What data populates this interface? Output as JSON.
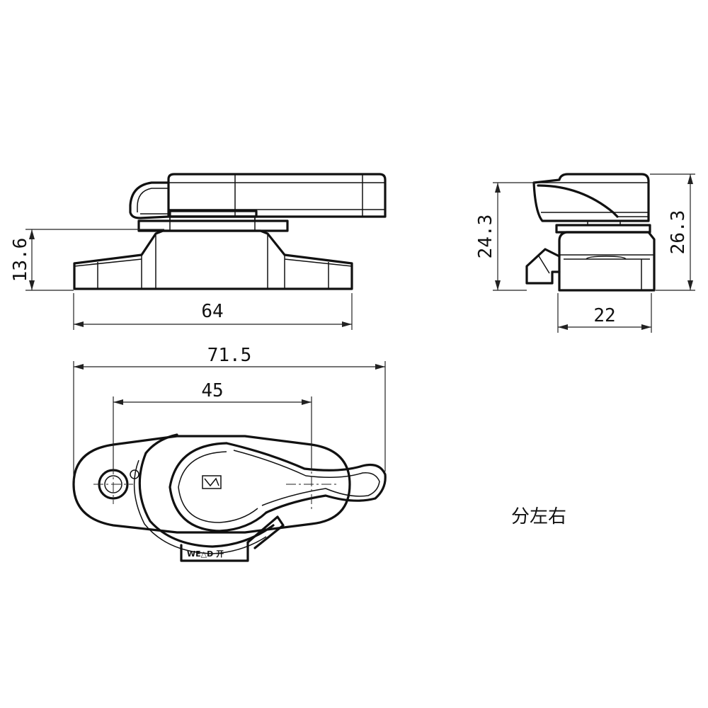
{
  "dimensions": {
    "front_height": "13.6",
    "front_width": "64",
    "side_height_inner": "24.3",
    "side_height_outer": "26.3",
    "side_width": "22",
    "top_total_width": "71.5",
    "top_hole_spacing": "45"
  },
  "note": "分左右",
  "plate_marking": "WE△D 开"
}
